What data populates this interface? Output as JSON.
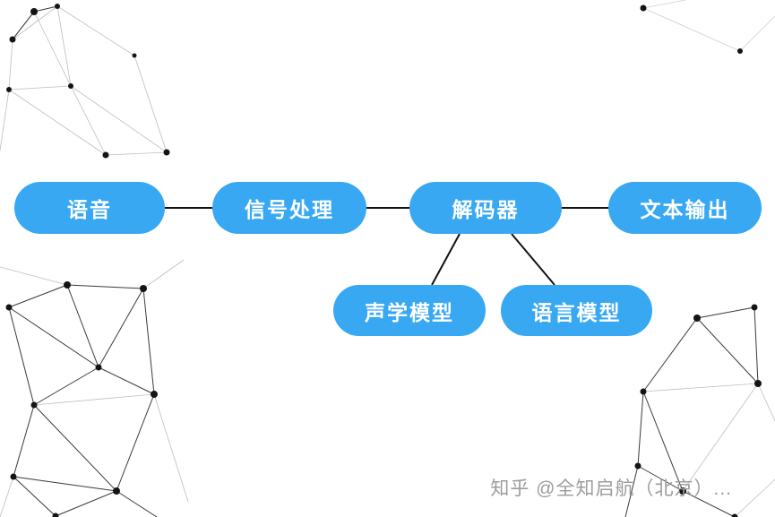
{
  "diagram": {
    "title_hint": "speech-recognition-pipeline",
    "nodes": [
      {
        "id": "speech",
        "label": "语音"
      },
      {
        "id": "signal",
        "label": "信号处理"
      },
      {
        "id": "decoder",
        "label": "解码器"
      },
      {
        "id": "text_output",
        "label": "文本输出"
      },
      {
        "id": "acoustic_model",
        "label": "声学模型"
      },
      {
        "id": "language_model",
        "label": "语言模型"
      }
    ],
    "edges": [
      {
        "from": "speech",
        "to": "signal"
      },
      {
        "from": "signal",
        "to": "decoder"
      },
      {
        "from": "decoder",
        "to": "text_output"
      },
      {
        "from": "decoder",
        "to": "acoustic_model"
      },
      {
        "from": "decoder",
        "to": "language_model"
      }
    ]
  },
  "colors": {
    "node_fill": "#38a8f2",
    "node_text": "#ffffff",
    "edge_line": "#111111",
    "mesh_dot": "#141414",
    "mesh_line_dark": "#3a3a3a",
    "mesh_line_light": "#bdbdbd",
    "watermark_text": "#9c9c9c",
    "background": "#ffffff"
  },
  "watermark": "知乎 @全知启航（北京）..."
}
